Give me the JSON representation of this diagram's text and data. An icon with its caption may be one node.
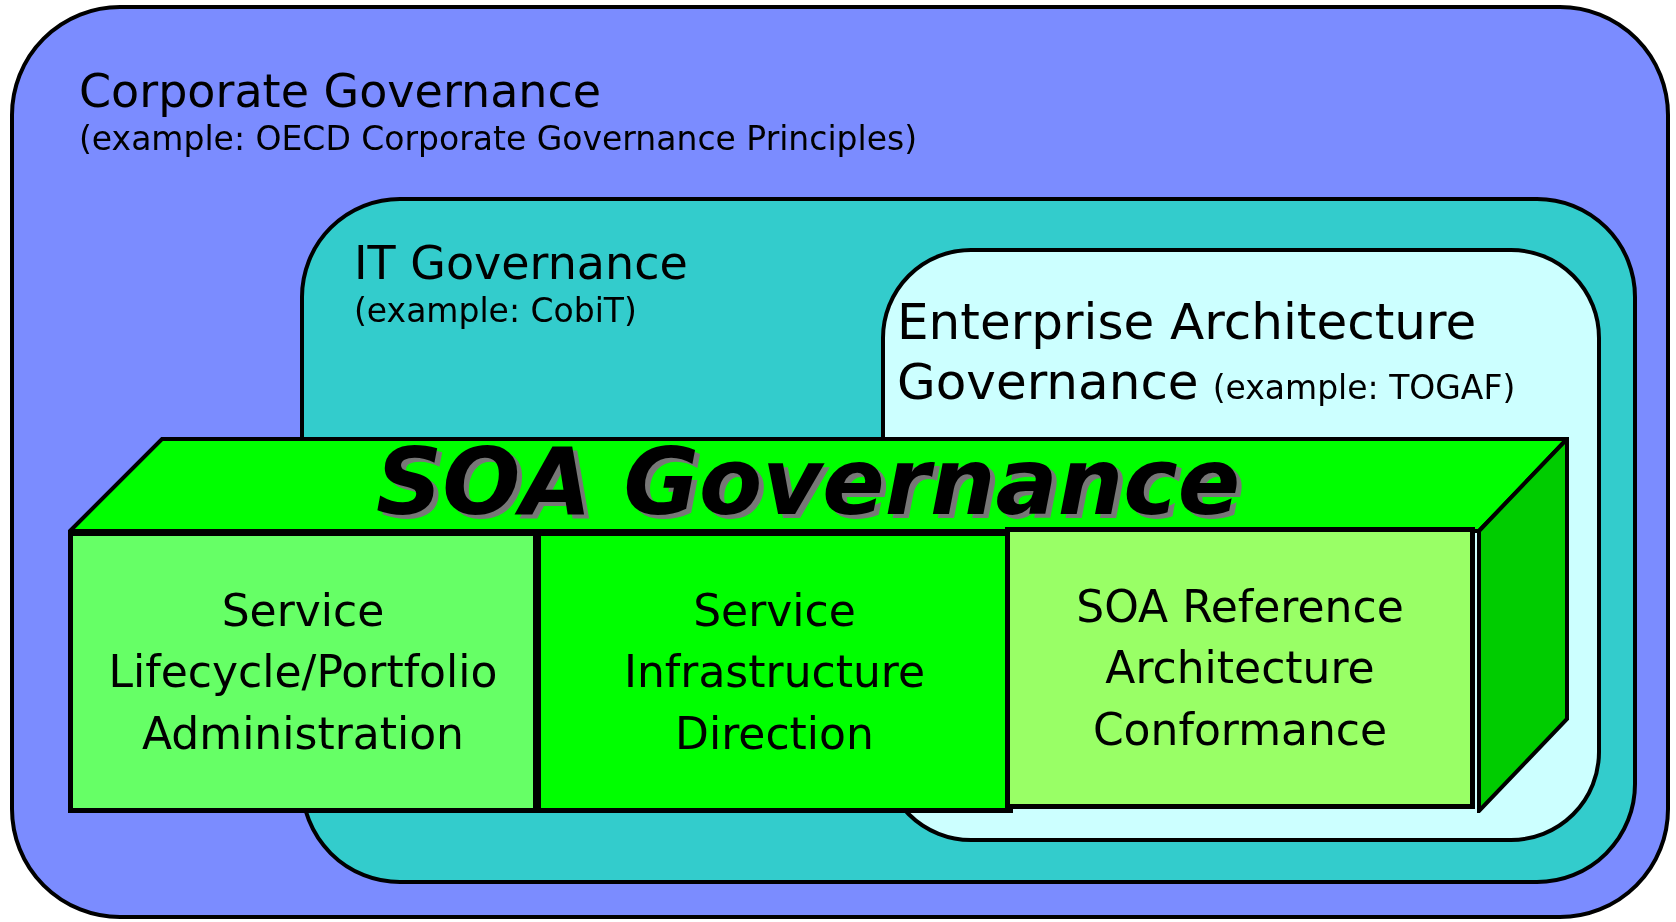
{
  "diagram": {
    "nodes": [
      {
        "text": [
          "Corporate Governance",
          "(example: OECD Corporate Governance Principles)"
        ]
      },
      {
        "text": [
          "IT Governance",
          "(example: CobiT)"
        ],
        "in": 0
      },
      {
        "text": [
          "Enterprise Architecture Governance",
          "(example: TOGAF)"
        ],
        "in": 1
      },
      {
        "text": [
          "SOA Governance"
        ],
        "in": 0
      },
      {
        "text": [
          "Service Lifecycle/Portfolio Administration"
        ],
        "in": 3
      },
      {
        "text": [
          "Service Infrastructure Direction"
        ],
        "in": 3
      },
      {
        "text": [
          "SOA Reference Architecture Conformance"
        ]
      }
    ],
    "edges": []
  }
}
